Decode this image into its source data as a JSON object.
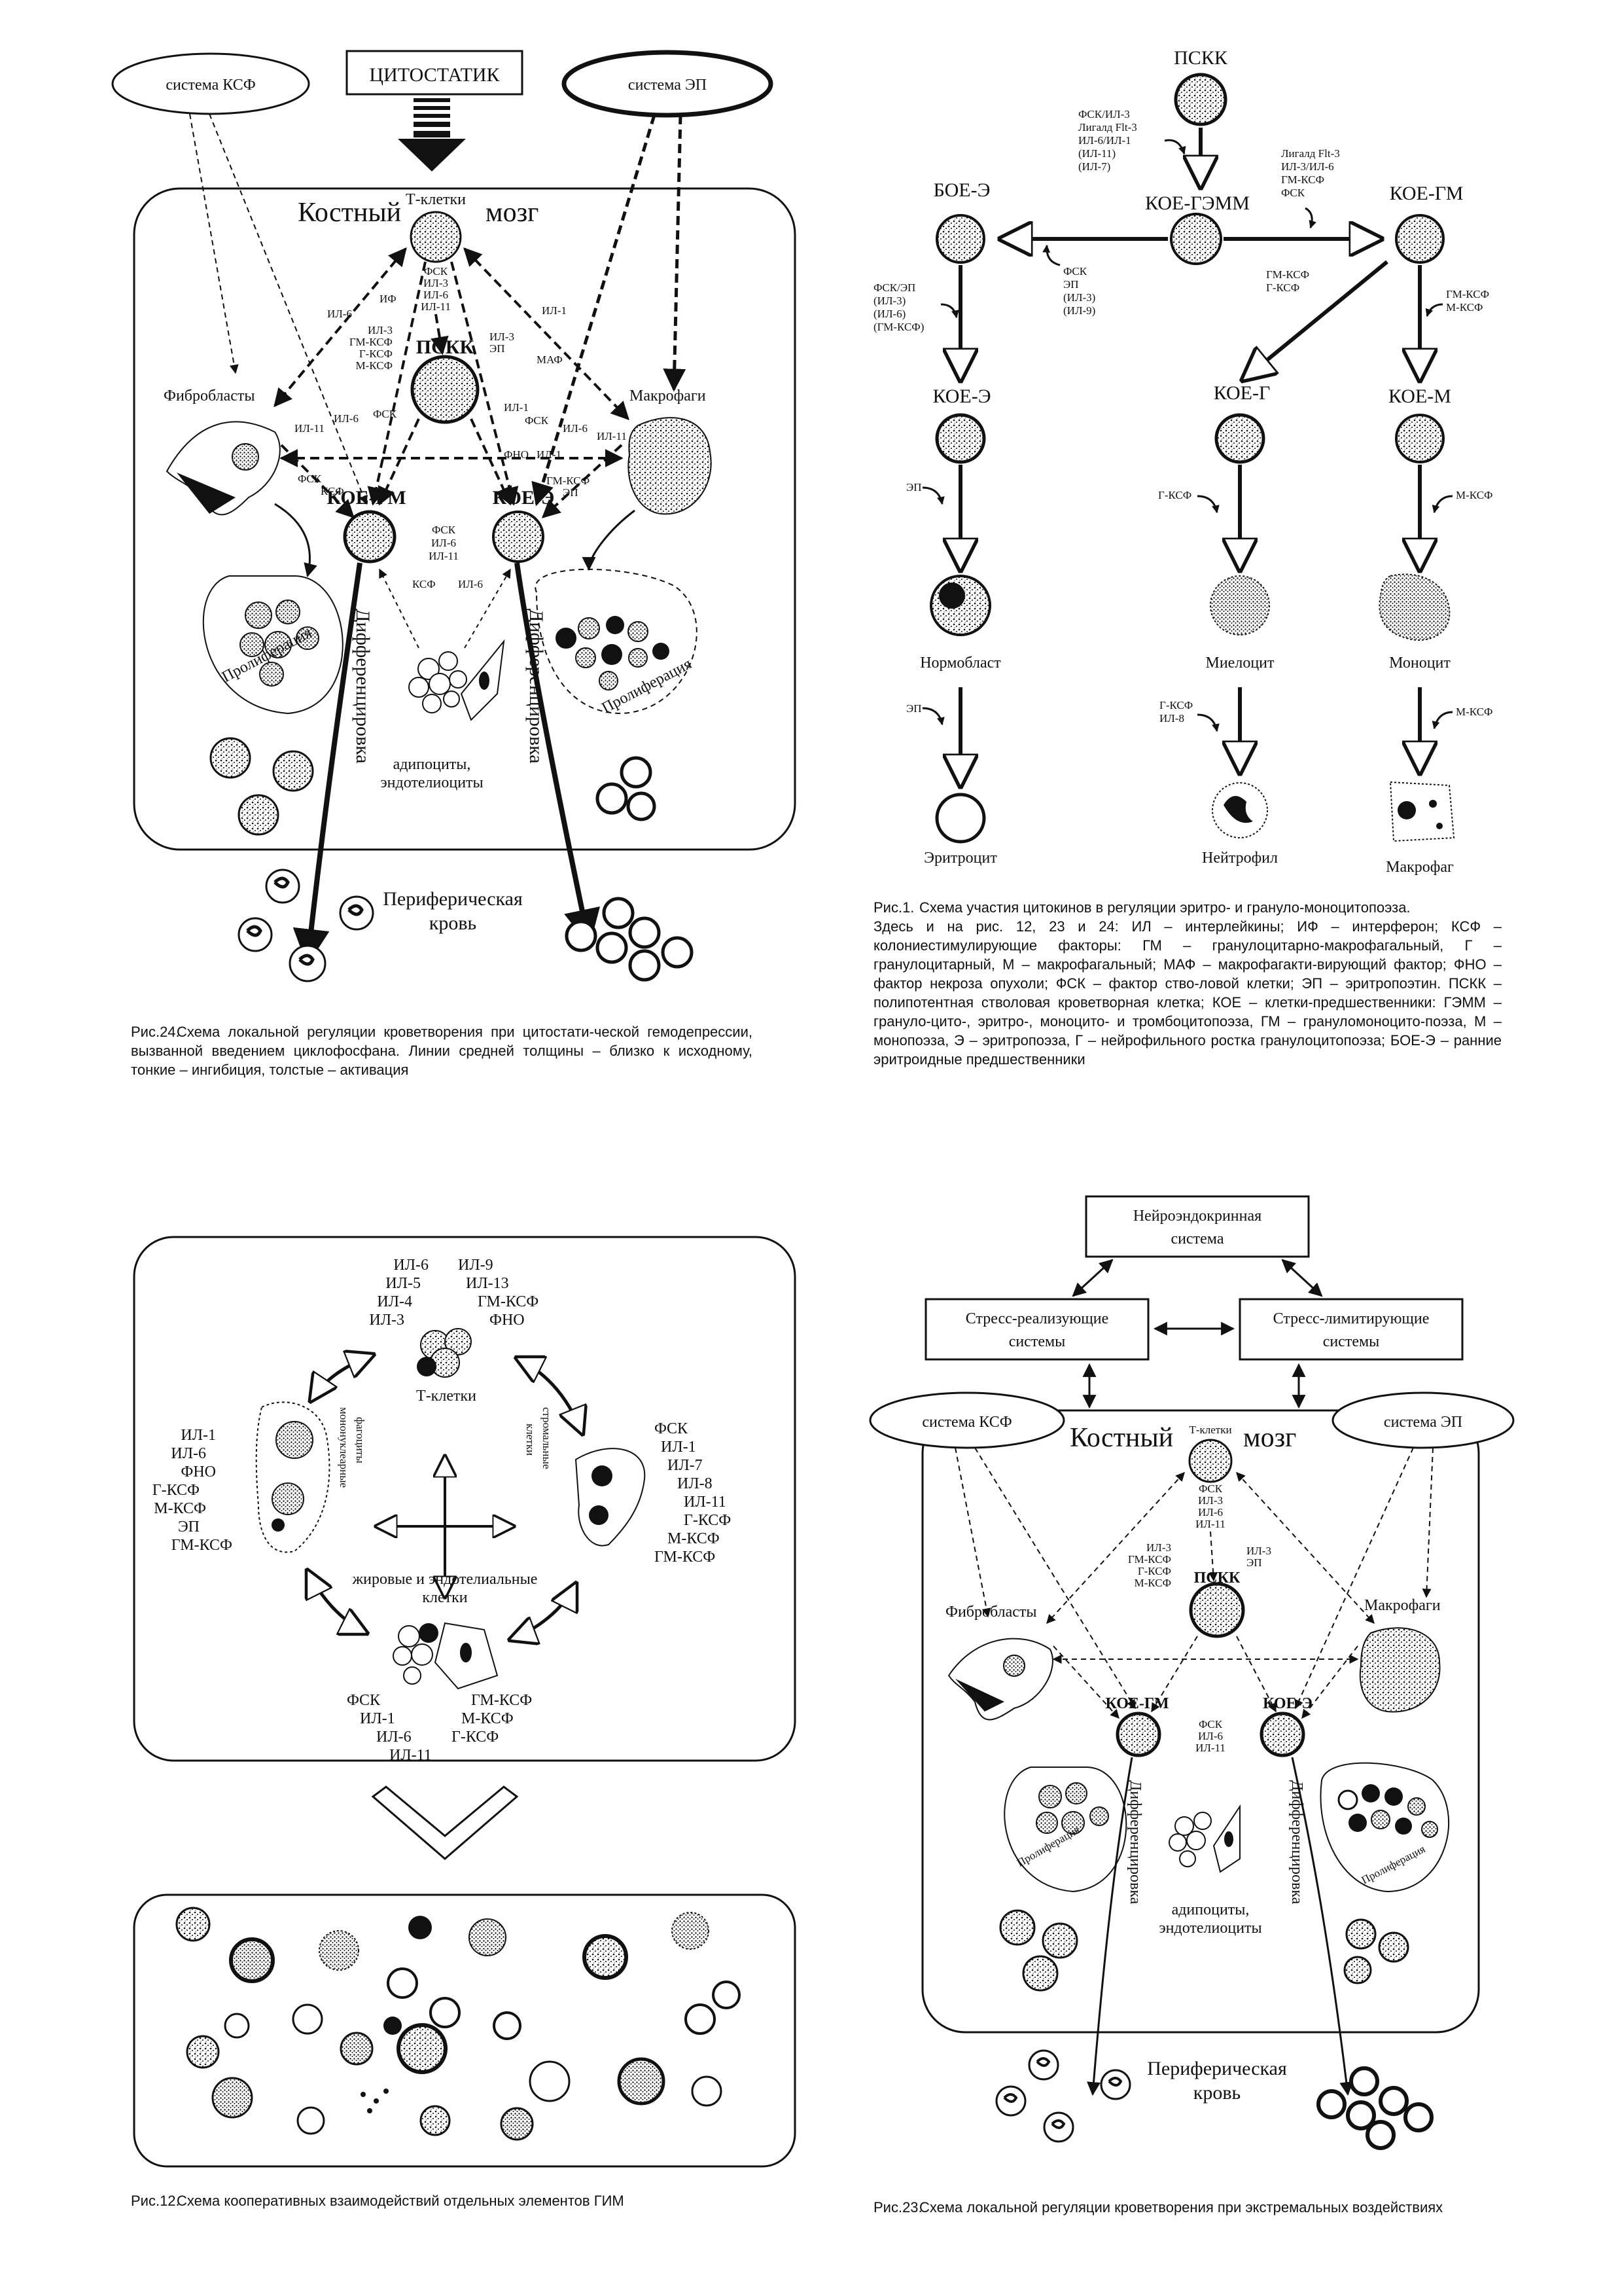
{
  "fig24": {
    "title_box": "ЦИТОСТАТИК",
    "ksf_system": "система  КСФ",
    "ep_system": "система  ЭП",
    "bone_marrow": "Костный",
    "bone_marrow2": "мозг",
    "tcells": "Т-клетки",
    "pskk": "ПСКК",
    "koe_gm": "КОЕ-ГМ",
    "koe_e": "КОЕ-Э",
    "fibroblasts": "Фибробласты",
    "macrophages": "Макрофаги",
    "prolif_left": "Пролиферация",
    "prolif_right": "Пролиферация",
    "diff_left": "Дифференцировка",
    "diff_right": "Дифференцировка",
    "adipo": "адипоциты,",
    "endo": "эндотелиоциты",
    "periph1": "Периферическая",
    "periph2": "кровь",
    "lbl_tcell_list": [
      "ФСК",
      "ИЛ-3",
      "ИЛ-6",
      "ИЛ-11"
    ],
    "lbl_il6_a": "ИЛ-6",
    "lbl_if": "ИФ",
    "lbl_il1_a": "ИЛ-1",
    "lbl_maf": "МАФ",
    "lbl_mid_left": [
      "ИЛ-3",
      "ГМ-КСФ",
      "Г-КСФ",
      "М-КСФ"
    ],
    "lbl_mid_right": [
      "ИЛ-3",
      "ЭП"
    ],
    "lbl_il11": "ИЛ-11",
    "lbl_il6_b": "ИЛ-6",
    "lbl_fsk_a": "ФСК",
    "lbl_il1_b": "ИЛ-1",
    "lbl_fsk_b": "ФСК",
    "lbl_il6_c": "ИЛ-6",
    "lbl_il11_b": "ИЛ-11",
    "lbl_fno": "ФНО",
    "lbl_il1_c": "ИЛ-1",
    "lbl_fsk_ksf": [
      "ФСК",
      "КСФ"
    ],
    "lbl_gm_ep": [
      "ГМ-КСФ",
      "ЭП"
    ],
    "lbl_center": [
      "ФСК",
      "ИЛ-6",
      "ИЛ-11"
    ],
    "lbl_ksf": "КСФ",
    "lbl_il6_d": "ИЛ-6",
    "caption_num": "Рис.24.",
    "caption": "Схема локальной регуляции кроветворения при цитостати-ческой гемодепрессии, вызванной введением циклофосфана. Линии средней толщины – близко к исходному,  тонкие –  ингибиция, толстые – активация"
  },
  "fig1": {
    "pskk": "ПСКК",
    "boe_e": "БОЕ-Э",
    "koe_gemm": "КОЕ-ГЭММ",
    "koe_gm": "КОЕ-ГМ",
    "koe_e": "КОЕ-Э",
    "koe_g": "КОЕ-Г",
    "koe_m": "КОЕ-М",
    "top_list": [
      "ФСК/ИЛ-3",
      "Лигалд Flt-3",
      "ИЛ-6/ИЛ-1",
      "(ИЛ-11)",
      "(ИЛ-7)"
    ],
    "right_list": [
      "Лигалд Flt-3",
      "ИЛ-3/ИЛ-6",
      "ГМ-КСФ",
      "ФСК"
    ],
    "mid_list": [
      "ФСК",
      "ЭП",
      "(ИЛ-3)",
      "(ИЛ-9)"
    ],
    "left_list": [
      "ФСК/ЭП",
      "(ИЛ-3)",
      "(ИЛ-6)",
      "(ГМ-КСФ)"
    ],
    "gm_to_g": [
      "ГМ-КСФ",
      "Г-КСФ"
    ],
    "gm_to_m": [
      "ГМ-КСФ",
      "М-КСФ"
    ],
    "ep1": "ЭП",
    "gksf1": "Г-КСФ",
    "mksf1": "М-КСФ",
    "normoblast": "Нормобласт",
    "myelocyte": "Миелоцит",
    "monocyte": "Моноцит",
    "ep2": "ЭП",
    "gksf_il8": [
      "Г-КСФ",
      "ИЛ-8"
    ],
    "mksf2": "М-КСФ",
    "erythrocyte": "Эритроцит",
    "neutrophil": "Нейтрофил",
    "macrophage": "Макрофаг",
    "caption_num": "Рис.1.",
    "caption_title": "Схема участия цитокинов в регуляции эритро- и грануло-моноцитопоэза.",
    "caption": "Здесь и на рис. 12,  23 и 24: ИЛ – интерлейкины; ИФ – интерферон; КСФ – колониестимулирующие факторы: ГМ – гранулоцитарно-макрофагальный, Г – гранулоцитарный,  М – макрофагальный; МАФ – макрофагакти-вирующий фактор; ФНО – фактор некроза опухоли; ФСК – фактор ство-ловой клетки; ЭП – эритропоэтин. ПСКК – полипотентная стволовая кроветворная клетка; КОЕ – клетки-предшественники: ГЭММ – грануло-цито-, эритро-,  моноцито- и тромбоцитопоэза, ГМ – грануломоноцито-поэза, М – монопоэза, Э – эритропоэза, Г – нейрофильного ростка гранулоцитопоэза; БОЕ-Э – ранние эритроидные предшественники"
  },
  "fig12": {
    "tcells": "Т-клетки",
    "top_left": [
      "ИЛ-6",
      "ИЛ-5",
      "ИЛ-4",
      "ИЛ-3"
    ],
    "top_right": [
      "ИЛ-9",
      "ИЛ-13",
      "ГМ-КСФ",
      "ФНО"
    ],
    "mono": "мононуклеарные",
    "phago": "фагоциты",
    "stroma": "стромальные",
    "stroma2": "клетки",
    "left_list": [
      "ИЛ-1",
      "ИЛ-6",
      "ФНО",
      "Г-КСФ",
      "М-КСФ",
      "ЭП",
      "ГМ-КСФ"
    ],
    "right_list": [
      "ФСК",
      "ИЛ-1",
      "ИЛ-7",
      "ИЛ-8",
      "ИЛ-11",
      "Г-КСФ",
      "М-КСФ",
      "ГМ-КСФ"
    ],
    "fat1": "жировые и эндотелиальные",
    "fat2": "клетки",
    "bottom_left": [
      "ФСК",
      "ИЛ-1",
      "ИЛ-6",
      "ИЛ-11"
    ],
    "bottom_right": [
      "ГМ-КСФ",
      "М-КСФ",
      "Г-КСФ"
    ],
    "caption_num": "Рис.12.",
    "caption": "Схема кооперативных взаимодействий отдельных элементов ГИМ"
  },
  "fig23": {
    "neuro1": "Нейроэндокринная",
    "neuro2": "система",
    "stress_r1": "Стресс-реализующие",
    "stress_r2": "системы",
    "stress_l1": "Стресс-лимитирующие",
    "stress_l2": "системы",
    "ksf_system": "система  КСФ",
    "ep_system": "система  ЭП",
    "bone_marrow": "Костный",
    "bone_marrow2": "мозг",
    "tcells": "Т-клетки",
    "pskk": "ПСКК",
    "koe_gm": "КОЕ-ГМ",
    "koe_e": "КОЕ-Э",
    "fibroblasts": "Фибробласты",
    "macrophages": "Макрофаги",
    "prolif_left": "Пролиферация",
    "prolif_right": "Пролиферация",
    "diff_left": "Дифференцировка",
    "diff_right": "Дифференцировка",
    "adipo": "адипоциты,",
    "endo": "эндотелиоциты",
    "periph1": "Периферическая",
    "periph2": "кровь",
    "lbl_tcell_list": [
      "ФСК",
      "ИЛ-3",
      "ИЛ-6",
      "ИЛ-11"
    ],
    "lbl_mid_left": [
      "ИЛ-3",
      "ГМ-КСФ",
      "Г-КСФ",
      "М-КСФ"
    ],
    "lbl_mid_right": [
      "ИЛ-3",
      "ЭП"
    ],
    "lbl_center": [
      "ФСК",
      "ИЛ-6",
      "ИЛ-11"
    ],
    "caption_num": "Рис.23.",
    "caption": "Схема локальной регуляции кроветворения при экстремальных воздействиях"
  }
}
